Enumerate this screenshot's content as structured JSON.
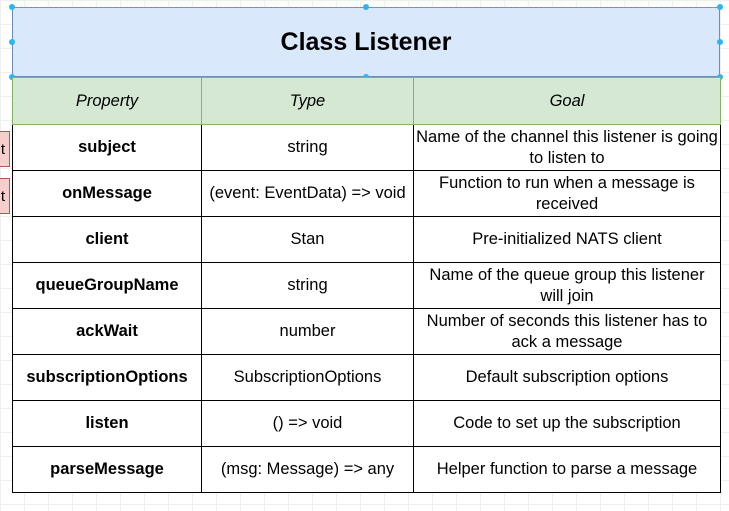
{
  "diagram": {
    "title": "Class Listener",
    "side_tabs": [
      "t",
      "t"
    ],
    "columns": [
      "Property",
      "Type",
      "Goal"
    ],
    "rows": [
      {
        "property": "subject",
        "type": "string",
        "goal": "Name of the channel this listener is going to listen to"
      },
      {
        "property": "onMessage",
        "type": "(event: EventData) => void",
        "goal": "Function to run when a message is received"
      },
      {
        "property": "client",
        "type": "Stan",
        "goal": "Pre-initialized NATS client"
      },
      {
        "property": "queueGroupName",
        "type": "string",
        "goal": "Name of the queue group this listener will join"
      },
      {
        "property": "ackWait",
        "type": "number",
        "goal": "Number of seconds this listener has to ack a message"
      },
      {
        "property": "subscriptionOptions",
        "type": "SubscriptionOptions",
        "goal": "Default subscription options"
      },
      {
        "property": "listen",
        "type": "() => void",
        "goal": "Code to set up the subscription"
      },
      {
        "property": "parseMessage",
        "type": "(msg: Message) => any",
        "goal": "Helper function to parse a message"
      }
    ]
  },
  "colors": {
    "title_fill": "#dae8fc",
    "title_stroke": "#6c8ebf",
    "header_fill": "#d5e8d4",
    "header_stroke": "#82b366",
    "side_tab_fill": "#f8cecc",
    "selection_handle": "#29b6f2"
  }
}
